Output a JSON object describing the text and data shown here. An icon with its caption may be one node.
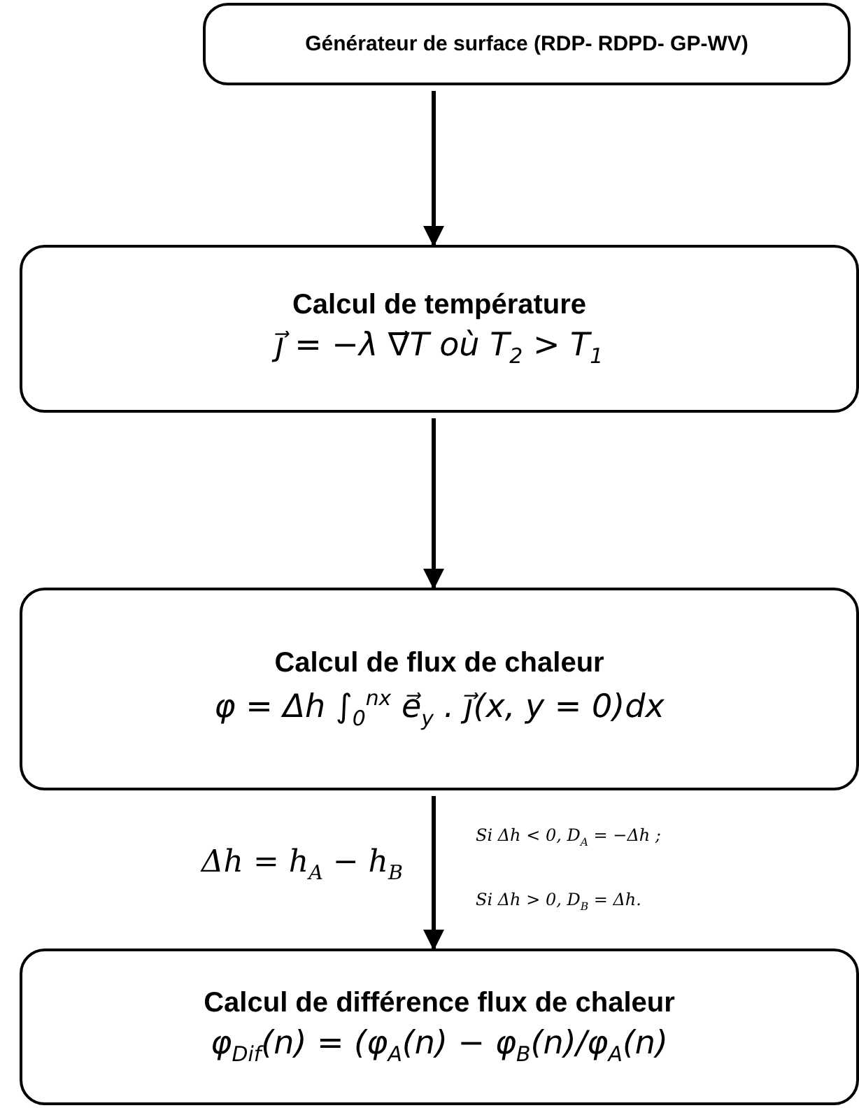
{
  "diagram": {
    "nodes": [
      {
        "text": [
          "Générateur de surface (RDP- RDPD- GP-WV)"
        ]
      },
      {
        "text": [
          "Calcul de température",
          "j⃗ = −λ ∇⃗T  où T$_{2}$ > T$_{1}$"
        ]
      },
      {
        "text": [
          "Calcul de flux de chaleur",
          "φ = Δh ∫$_{0}$$^{nx}$ e⃗$_{y}$ . j⃗(x, y = 0)dx"
        ]
      },
      {
        "text": [
          "Calcul de différence flux de chaleur",
          "φ$_{Dif}$(n) = (φ$_{A}$(n) − φ$_{B}$(n)/φ$_{A}$(n)"
        ]
      }
    ],
    "edges": [
      {
        "from": 0,
        "to": 1,
        "arrow": "to"
      },
      {
        "from": 1,
        "to": 2,
        "arrow": "to"
      },
      {
        "from": 2,
        "to": 3,
        "arrow": "to",
        "label": "Δh = h$_{A}$ − h$_{B}$"
      }
    ],
    "labels": [
      "Si Δh < 0,  D$_{A}$ = −Δh ;",
      "Si Δh > 0,  D$_{B}$ = Δh."
    ]
  }
}
